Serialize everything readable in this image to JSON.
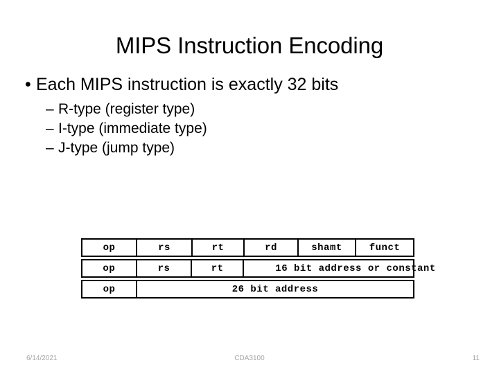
{
  "slide": {
    "title": "MIPS Instruction Encoding",
    "bullets": [
      {
        "marker": "•",
        "text": "Each MIPS instruction is exactly 32 bits",
        "sub": [
          {
            "marker": "–",
            "text": "R-type (register type)"
          },
          {
            "marker": "–",
            "text": "I-type (immediate type)"
          },
          {
            "marker": "–",
            "text": "J-type (jump type)"
          }
        ]
      }
    ]
  },
  "encoding_table": {
    "rows": [
      {
        "name": "r-type",
        "cells": [
          {
            "label": "op"
          },
          {
            "label": "rs"
          },
          {
            "label": "rt"
          },
          {
            "label": "rd"
          },
          {
            "label": "shamt"
          },
          {
            "label": "funct"
          }
        ]
      },
      {
        "name": "i-type",
        "cells": [
          {
            "label": "op"
          },
          {
            "label": "rs"
          },
          {
            "label": "rt"
          },
          {
            "label": "16 bit address or constant"
          }
        ]
      },
      {
        "name": "j-type",
        "cells": [
          {
            "label": "op"
          },
          {
            "label": "26 bit address"
          }
        ]
      }
    ]
  },
  "footer": {
    "date": "6/14/2021",
    "course": "CDA3100",
    "page_number": "11"
  }
}
